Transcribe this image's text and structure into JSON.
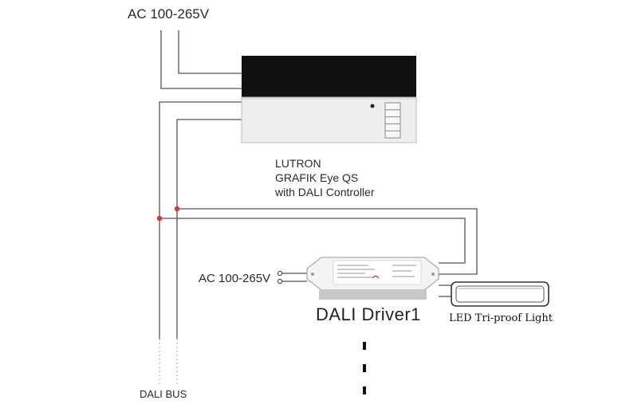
{
  "labels": {
    "ac_supply_top": "AC 100-265V",
    "ac_supply_driver": "AC 100-265V",
    "controller_line1": "LUTRON",
    "controller_line2": "GRAFIK Eye QS",
    "controller_line3": "with DALI Controller",
    "driver_name": "DALI Driver1",
    "light_name": "LED Tri-proof Light",
    "bus_name": "DALI BUS"
  },
  "colors": {
    "wire": "#555555",
    "junction_dot": "#e03030",
    "controller_panel_top": "#111111",
    "controller_panel_body": "#eeeeee",
    "driver_body": "#f4f4f4"
  }
}
